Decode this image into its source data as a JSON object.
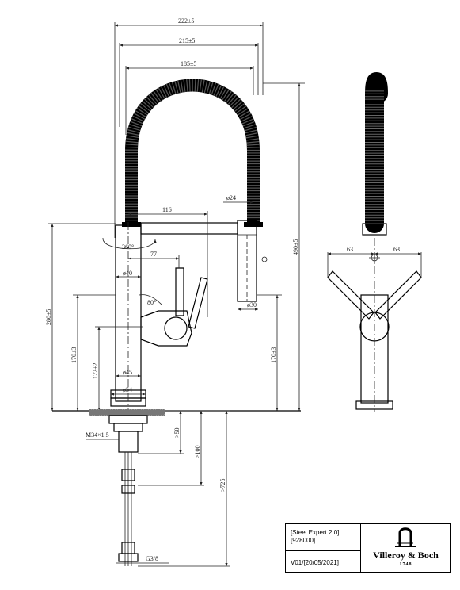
{
  "dimensions": {
    "w222": "222±5",
    "w215": "215±5",
    "w185": "185±5",
    "d24": "ø24",
    "d116": "116",
    "d360": "360°",
    "d77": "77",
    "d40": "ø40",
    "a80": "80°",
    "d30": "ø30",
    "h490": "490±5",
    "h280": "280±5",
    "h170l": "170±3",
    "h122": "122±2",
    "d45": "ø45",
    "d54": "ø54",
    "h170r": "170±3",
    "m34": "M34×1.5",
    "g50": ">50",
    "g100": ">100",
    "g725": ">725",
    "g38": "G3/8",
    "side63l": "63",
    "side63r": "63"
  },
  "title_block": {
    "product": "[Steel Expert 2.0]",
    "code": "[928000]",
    "version": "V01/[20/05/2021]",
    "brand": "Villeroy & Boch",
    "year": "1748"
  }
}
